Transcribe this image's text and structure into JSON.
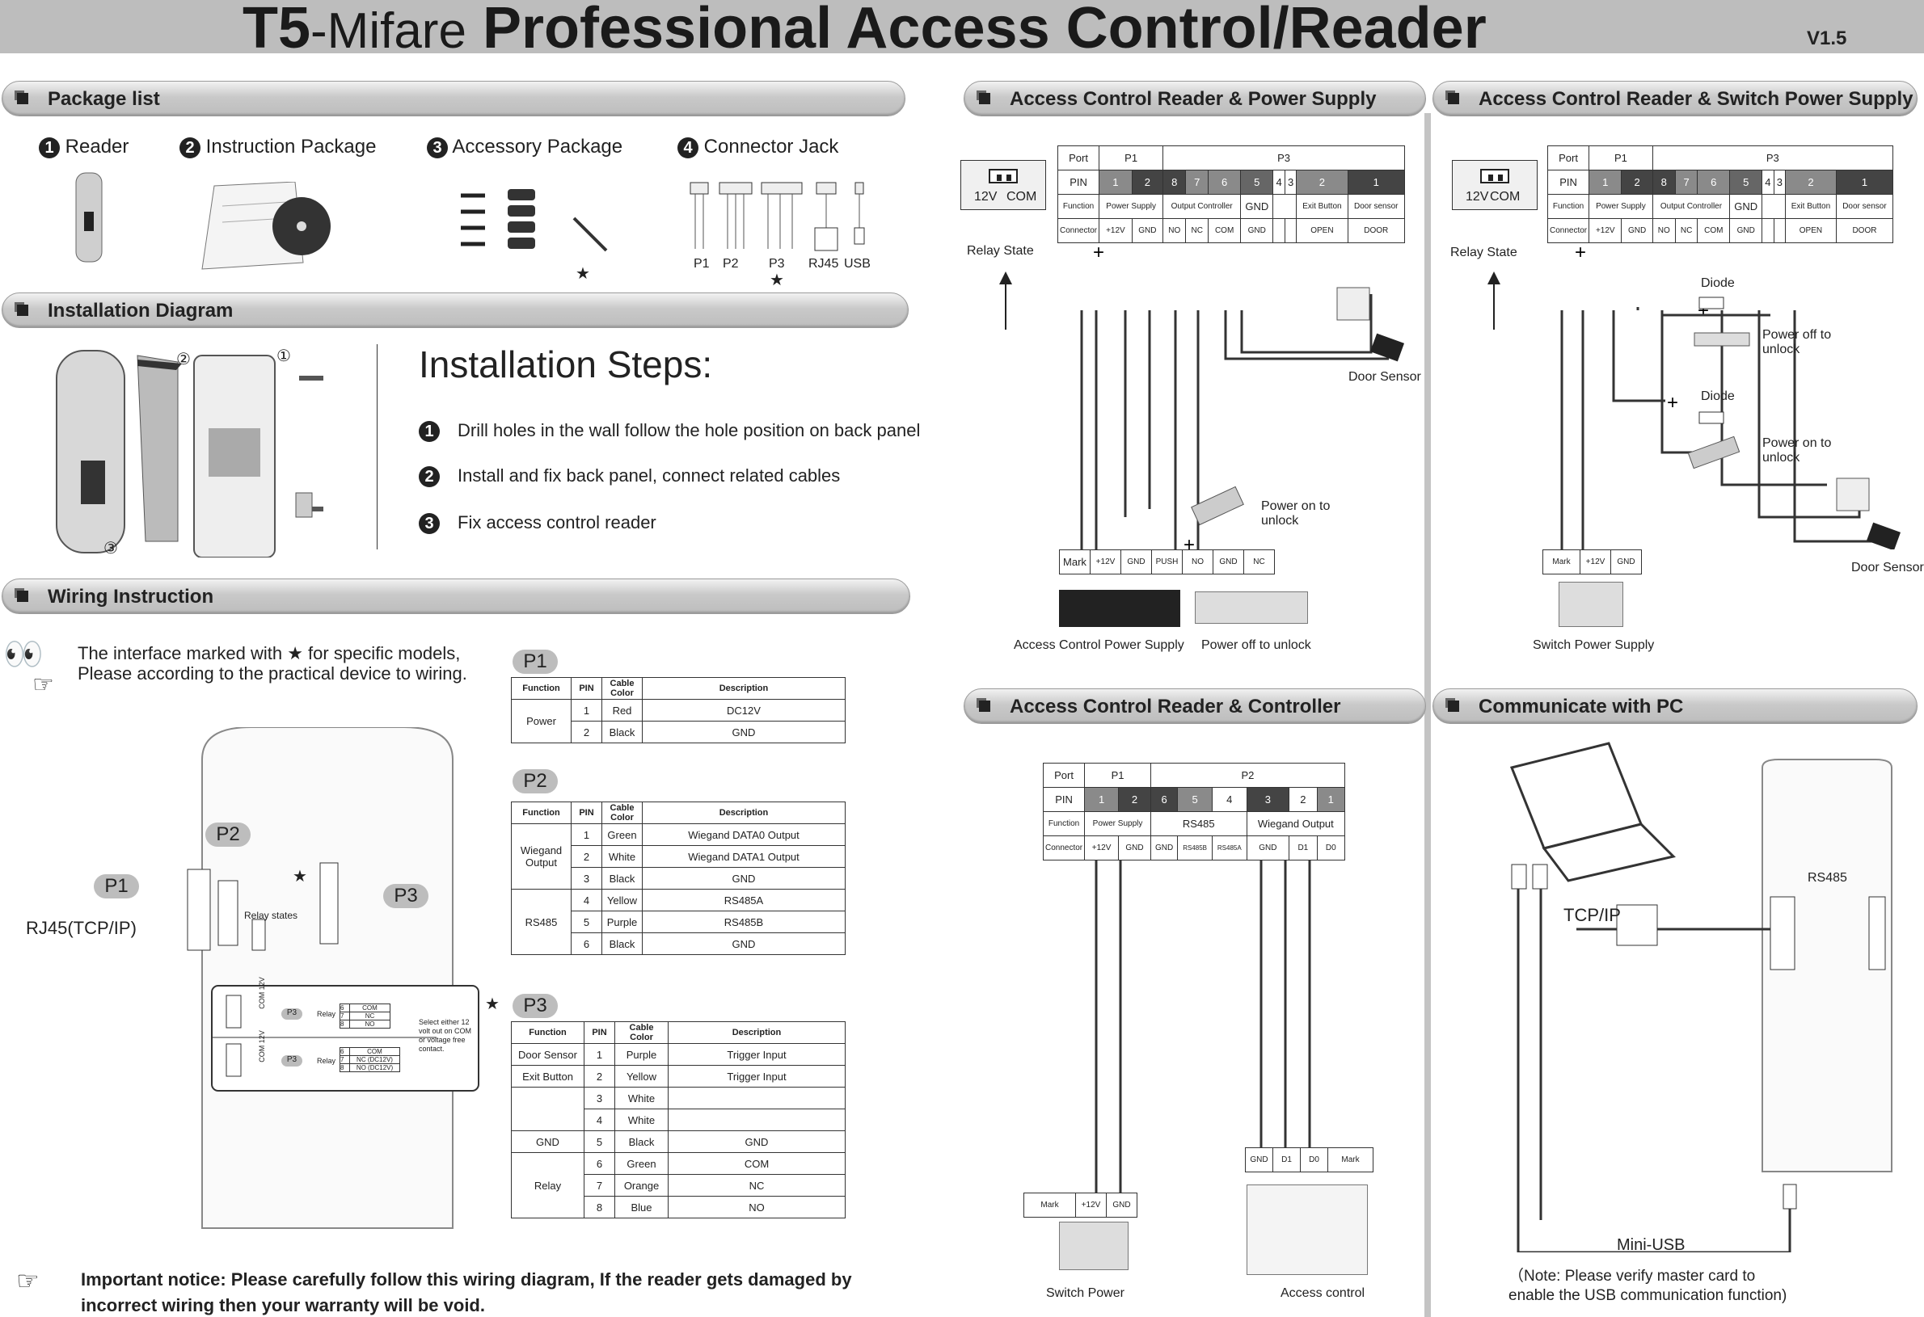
{
  "header": {
    "model": "T5",
    "variant": "-Mifare",
    "title": "Professional Access Control/Reader",
    "version": "V1.5"
  },
  "package": {
    "heading": "Package list",
    "items": [
      {
        "n": "1",
        "label": "Reader"
      },
      {
        "n": "2",
        "label": "Instruction Package"
      },
      {
        "n": "3",
        "label": "Accessory Package"
      },
      {
        "n": "4",
        "label": "Connector Jack"
      }
    ],
    "connectors": [
      "P1",
      "P2",
      "P3",
      "RJ45",
      "USB"
    ]
  },
  "install": {
    "heading": "Installation Diagram",
    "steps_title": "Installation Steps:",
    "markers": [
      "②",
      "①",
      "③"
    ],
    "steps": [
      {
        "n": "1",
        "text": "Drill holes in the wall follow the hole position on back panel"
      },
      {
        "n": "2",
        "text": "Install and fix back panel, connect related cables"
      },
      {
        "n": "3",
        "text": "Fix access control reader"
      }
    ]
  },
  "wiring": {
    "heading": "Wiring Instruction",
    "note_line1": "The interface marked with  ★  for specific models,",
    "note_line2": "Please according to the practical device to wiring.",
    "labels": {
      "p1": "P1",
      "p2": "P2",
      "p3": "P3",
      "rj45": "RJ45(TCP/IP)",
      "relay_states": "Relay states"
    },
    "relay_box": {
      "side1": "COM 12V",
      "side2": "COM 12V",
      "p3": "P3",
      "relay": "Relay",
      "rows_a": [
        [
          "6",
          "COM"
        ],
        [
          "7",
          "NC"
        ],
        [
          "8",
          "NO"
        ]
      ],
      "rows_b": [
        [
          "6",
          "COM"
        ],
        [
          "7",
          "NC (DC12V)"
        ],
        [
          "8",
          "NO (DC12V)"
        ]
      ],
      "select_note": "Select either 12 volt out on COM or voltage free contact."
    }
  },
  "tables": {
    "headers": {
      "function": "Function",
      "pin": "PIN",
      "cable": "Cable Color",
      "desc": "Description"
    },
    "p1": {
      "title": "P1",
      "rows": [
        {
          "function": "Power",
          "pin": "1",
          "color": "Red",
          "desc": "DC12V"
        },
        {
          "function": "",
          "pin": "2",
          "color": "Black",
          "desc": "GND"
        }
      ]
    },
    "p2": {
      "title": "P2",
      "rows": [
        {
          "function": "Wiegand Output",
          "pin": "1",
          "color": "Green",
          "desc": "Wiegand DATA0 Output"
        },
        {
          "function": "",
          "pin": "2",
          "color": "White",
          "desc": "Wiegand DATA1 Output"
        },
        {
          "function": "",
          "pin": "3",
          "color": "Black",
          "desc": "GND"
        },
        {
          "function": "RS485",
          "pin": "4",
          "color": "Yellow",
          "desc": "RS485A"
        },
        {
          "function": "",
          "pin": "5",
          "color": "Purple",
          "desc": "RS485B"
        },
        {
          "function": "",
          "pin": "6",
          "color": "Black",
          "desc": "GND"
        }
      ]
    },
    "p3": {
      "title": "P3",
      "rows": [
        {
          "function": "Door Sensor",
          "pin": "1",
          "color": "Purple",
          "desc": "Trigger Input"
        },
        {
          "function": "Exit Button",
          "pin": "2",
          "color": "Yellow",
          "desc": "Trigger Input"
        },
        {
          "function": "",
          "pin": "3",
          "color": "White",
          "desc": ""
        },
        {
          "function": "",
          "pin": "4",
          "color": "White",
          "desc": ""
        },
        {
          "function": "GND",
          "pin": "5",
          "color": "Black",
          "desc": "GND"
        },
        {
          "function": "Relay",
          "pin": "6",
          "color": "Green",
          "desc": "COM"
        },
        {
          "function": "",
          "pin": "7",
          "color": "Orange",
          "desc": "NC"
        },
        {
          "function": "",
          "pin": "8",
          "color": "Blue",
          "desc": "NO"
        }
      ]
    }
  },
  "notice": "Important notice: Please carefully follow this wiring diagram, If the reader gets damaged by incorrect wiring then your warranty will be void.",
  "pinmap": {
    "port": "Port",
    "pin": "PIN",
    "function": "Function",
    "connector": "Connector",
    "p1": "P1",
    "p3": "P3",
    "power_supply": "Power Supply",
    "output_controller": "Output Controller",
    "gnd": "GND",
    "exit_button": "Exit Button",
    "door_sensor": "Door sensor",
    "p1_pins": [
      "1",
      "2"
    ],
    "p3_pins": [
      "8",
      "7",
      "6",
      "5",
      "4",
      "3",
      "2",
      "1"
    ],
    "connectors": [
      "+12V",
      "GND",
      "NO",
      "NC",
      "COM",
      "GND",
      "",
      "",
      "OPEN",
      "DOOR"
    ],
    "relay_state": "Relay State",
    "relay_12v": "12V",
    "relay_com": "COM"
  },
  "panel1": {
    "heading": "Access Control Reader & Power Supply",
    "door_sensor": "Door Sensor",
    "power_on": "Power on to unlock",
    "mark_row": [
      "Mark",
      "+12V",
      "GND",
      "PUSH",
      "NO",
      "GND",
      "NC"
    ],
    "cap_left": "Access Control Power Supply",
    "cap_right": "Power off to unlock"
  },
  "panel2": {
    "heading": "Access Control Reader & Switch Power Supply",
    "diode": "Diode",
    "power_off": "Power off to unlock",
    "power_on": "Power on to unlock",
    "door_sensor": "Door Sensor",
    "mark_row": [
      "Mark",
      "+12V",
      "GND"
    ],
    "caption": "Switch Power Supply"
  },
  "panel3": {
    "heading": "Access Control Reader & Controller",
    "p1": "P1",
    "p2": "P2",
    "pins_p1": [
      "1",
      "2"
    ],
    "pins_p2": [
      "6",
      "5",
      "4",
      "3",
      "2",
      "1"
    ],
    "power_supply": "Power Supply",
    "rs485": "RS485",
    "wiegand_output": "Wiegand Output",
    "connectors": [
      "+12V",
      "GND",
      "GND",
      "RS485B",
      "RS485A",
      "GND",
      "D1",
      "D0"
    ],
    "ctrl_row": [
      "GND",
      "D1",
      "D0",
      "Mark"
    ],
    "psu_row": [
      "Mark",
      "+12V",
      "GND"
    ],
    "cap_left": "Switch Power",
    "cap_right": "Access control"
  },
  "panel4": {
    "heading": "Communicate with PC",
    "rs485": "RS485",
    "tcpip": "TCP/IP",
    "mini_usb": "Mini-USB",
    "note1": "（Note: Please verify master card to",
    "note2": "enable the USB communication function)"
  }
}
